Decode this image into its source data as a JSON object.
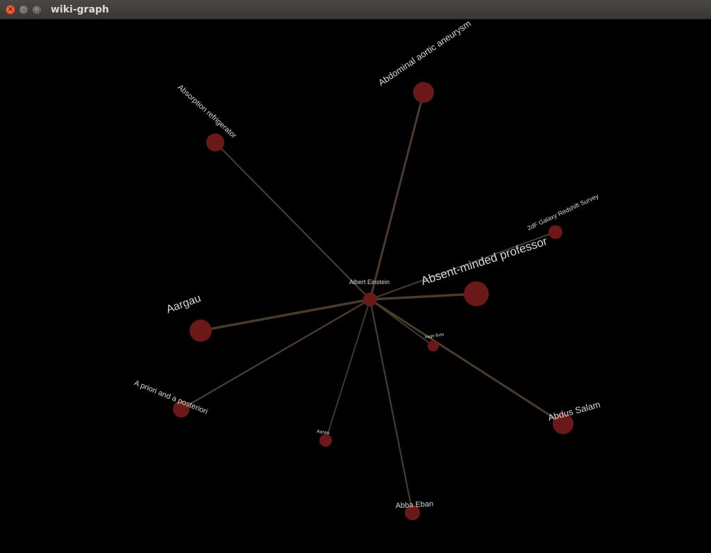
{
  "window": {
    "title": "wiki-graph",
    "controls": {
      "close": "×",
      "minimize": "–",
      "maximize": "□"
    }
  },
  "colors": {
    "background": "#000000",
    "edge": "#4a3c2c",
    "node": "#6a1818",
    "label": "#d8d8d8"
  },
  "graph": {
    "center": {
      "id": "albert-einstein",
      "label": "Albert Einstein"
    },
    "nodes": [
      {
        "id": "abdominal-aortic-aneurysm",
        "label": "Abdominal aortic aneurysm"
      },
      {
        "id": "absorption-refrigerator",
        "label": "Absorption refrigerator"
      },
      {
        "id": "2df-galaxy-redshift-survey",
        "label": "2dF Galaxy Redshift Survey"
      },
      {
        "id": "absent-minded-professor",
        "label": "Absent-minded professor"
      },
      {
        "id": "aargau",
        "label": "Aargau"
      },
      {
        "id": "aage-bohr",
        "label": "Aage Bohr"
      },
      {
        "id": "abdus-salam",
        "label": "Abdus Salam"
      },
      {
        "id": "a-priori-and-a-posteriori",
        "label": "A priori and a posteriori"
      },
      {
        "id": "aarau",
        "label": "Aarau"
      },
      {
        "id": "abba-eban",
        "label": "Abba Eban"
      }
    ]
  }
}
